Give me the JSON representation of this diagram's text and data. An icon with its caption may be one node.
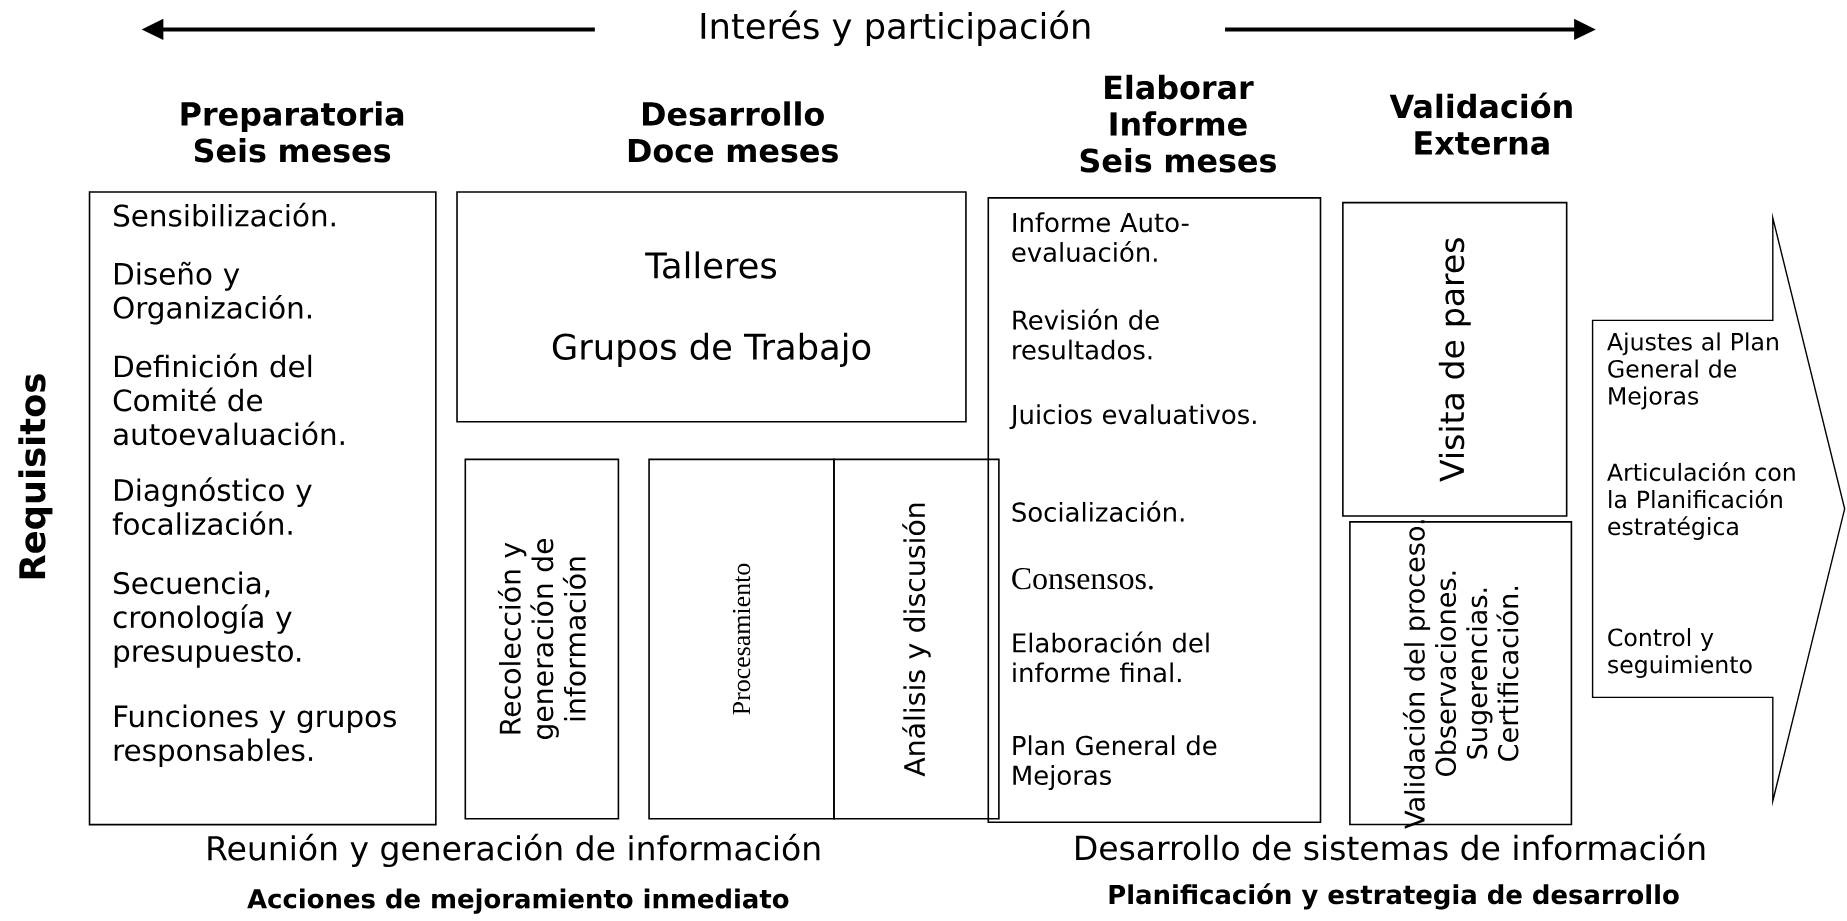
{
  "diagram": {
    "nodes": [
      {
        "text": [
          "Preparatoria Seis meses",
          "Sensibilización.",
          "Diseño y Organización.",
          "Definición del Comité de autoevaluación.",
          "Diagnóstico y focalización.",
          "Secuencia, cronología y presupuesto.",
          "Funciones y grupos responsables."
        ]
      },
      {
        "text": [
          "Desarrollo Doce meses",
          "Talleres",
          "Grupos  de Trabajo"
        ]
      },
      {
        "text": [
          "Recolección y generación de información"
        ]
      },
      {
        "text": [
          "Procesamiento"
        ]
      },
      {
        "text": [
          "Análisis y discusión"
        ]
      },
      {
        "text": [
          "Elaborar Informe Seis meses",
          "Informe Auto-evaluación.",
          "Revisión de resultados.",
          "Juicios evaluativos.",
          "Socialización.",
          "Consensos.",
          "Elaboración del informe final.",
          "Plan General de Mejoras"
        ]
      },
      {
        "text": [
          "Validación Externa",
          "Visita de pares"
        ]
      },
      {
        "text": [
          "Validación del proceso.",
          "Observaciones.",
          "Sugerencias.",
          "Certificación."
        ]
      },
      {
        "text": [
          "Ajustes al Plan General de Mejoras",
          "Articulación con la Planificación estratégica",
          "Control y seguimiento"
        ]
      }
    ],
    "labels": [
      "Interés y participación",
      "Requisitos",
      "Reunión y generación de información",
      "Acciones de mejoramiento inmediato",
      "Desarrollo de sistemas de información",
      "Planificación y estrategia de desarrollo"
    ]
  }
}
